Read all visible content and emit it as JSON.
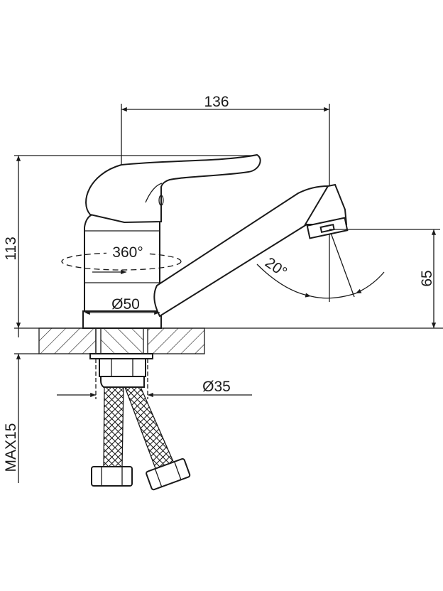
{
  "title": "Single-lever basin mixer dimension drawing",
  "dimensions": {
    "spout_reach": "136",
    "total_height": "113",
    "spout_height": "65",
    "rotation": "360°",
    "aerator_angle": "20°",
    "body_diameter": "Ø50",
    "mounting_hole_diameter": "Ø35",
    "max_counter_thickness": "MAX15"
  },
  "colors": {
    "line": "#1a1a1a",
    "background": "#ffffff"
  }
}
